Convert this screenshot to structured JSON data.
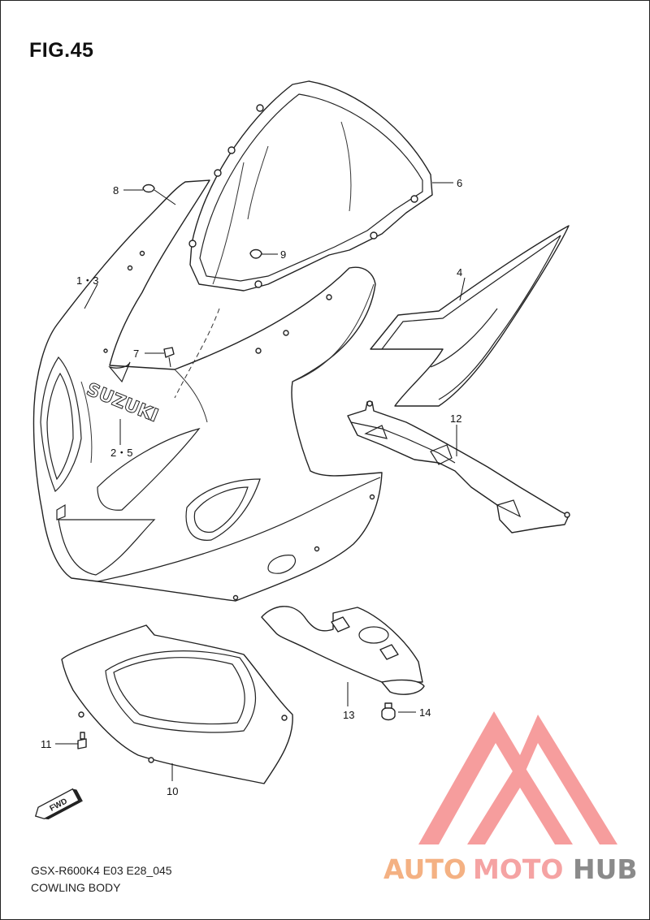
{
  "figure": {
    "title": "FIG.45",
    "model_code": "GSX-R600K4 E03 E28_045",
    "section_name": "COWLING BODY"
  },
  "callouts": {
    "c1_3": "1・3",
    "c2_5": "2・5",
    "c4": "4",
    "c6": "6",
    "c7": "7",
    "c8": "8",
    "c9": "9",
    "c10": "10",
    "c11": "11",
    "c12": "12",
    "c13": "13",
    "c14": "14"
  },
  "decal_text": "SUZUKI",
  "fwd_arrow_text": "FWD",
  "watermark": {
    "part1": "AUTO",
    "part2": "MOTO",
    "part3": "HUB",
    "colors": {
      "auto": "#f4b183",
      "moto": "#f5a3a3",
      "hub": "#8a8a8a",
      "mark": "#f48c8c"
    }
  }
}
